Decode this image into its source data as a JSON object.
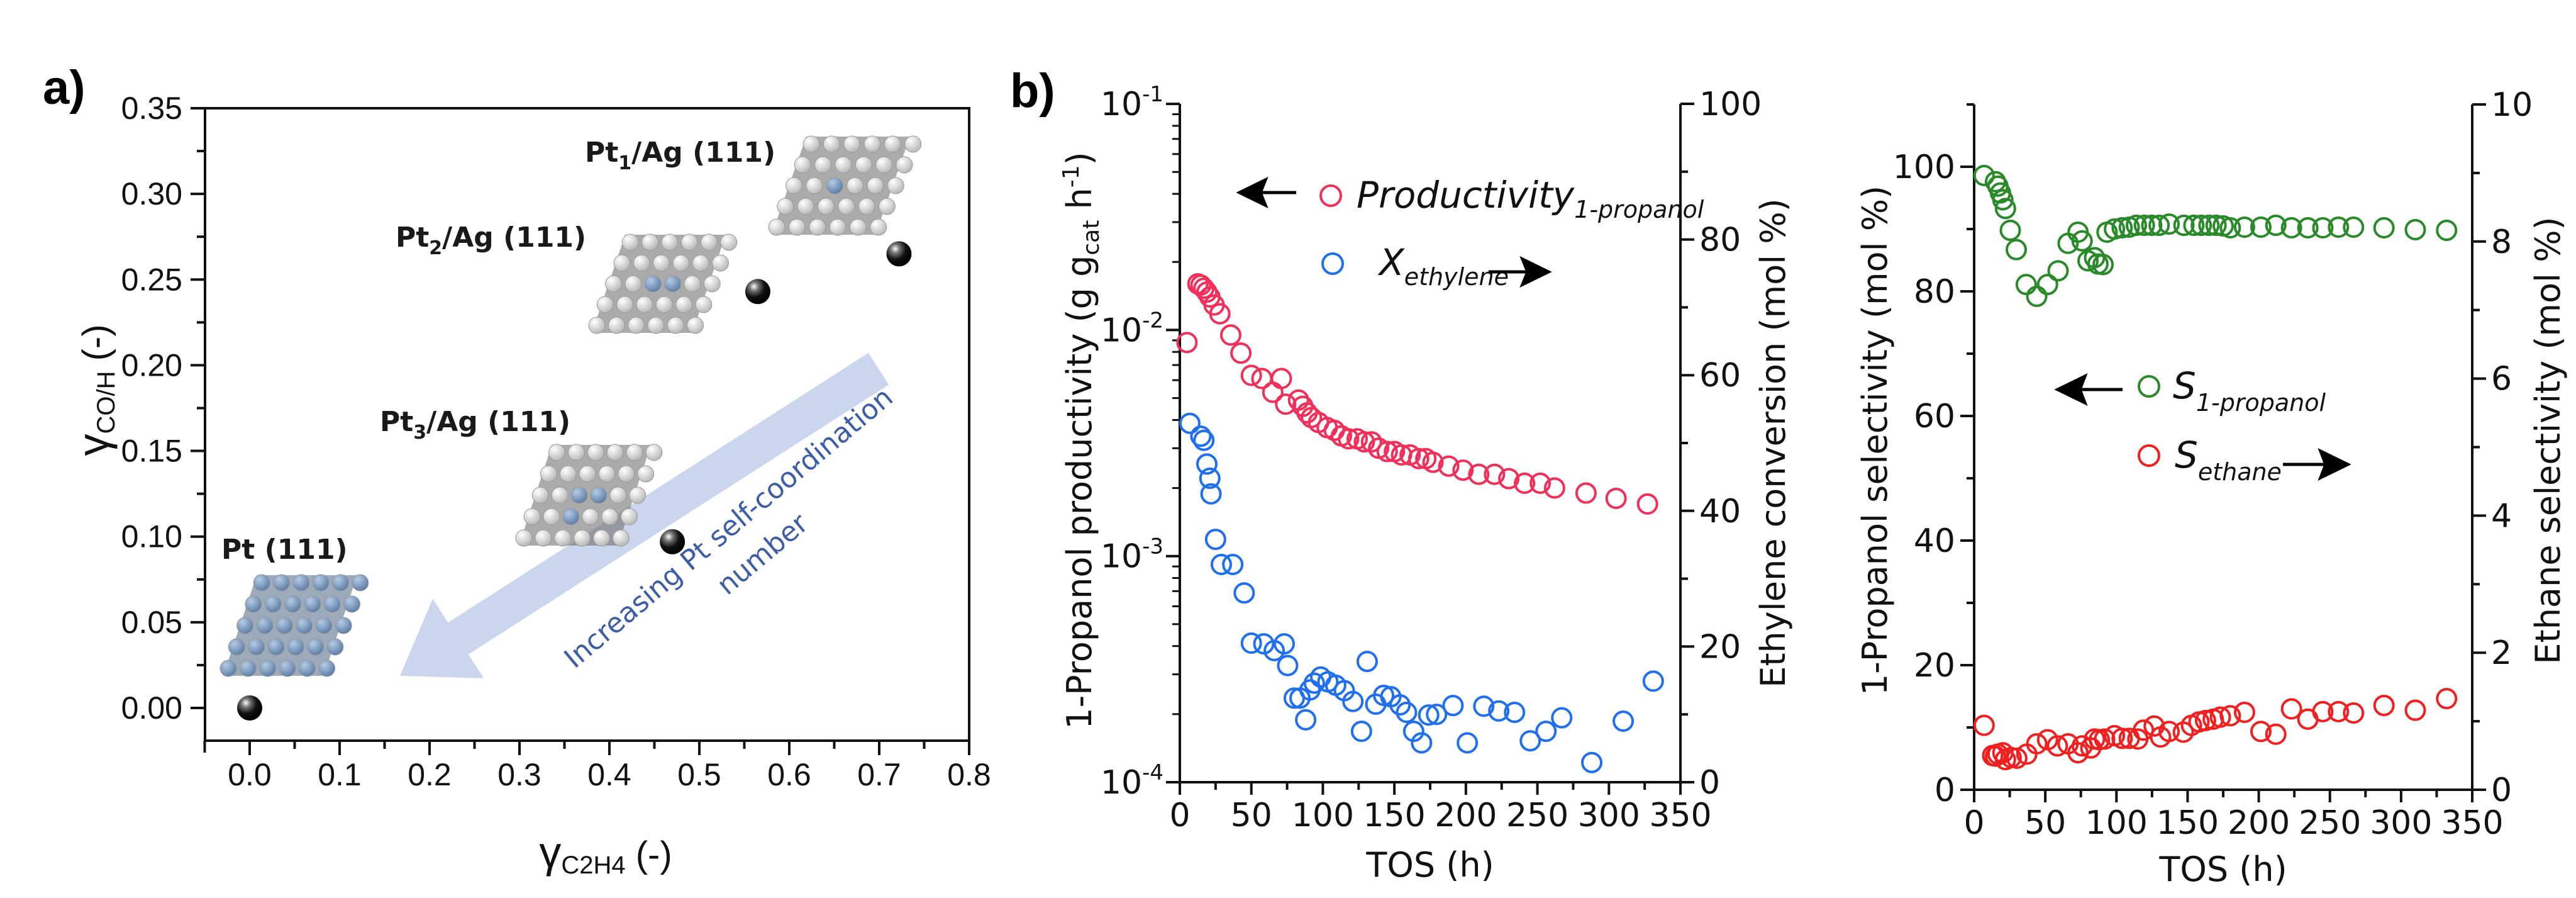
{
  "panel_labels": {
    "a": "a)",
    "b": "b)"
  },
  "colors": {
    "productivity": "#f0305a",
    "conversion": "#1f6fef",
    "s_propanol": "#2a8a2a",
    "s_ethane": "#f02020",
    "arrow": "#c9d6ee",
    "arrow_text": "#3d5da6",
    "pt_atom": "#7f9fc4",
    "ag_atom": "#e6e6e6"
  },
  "chart_data": [
    {
      "type": "scatter",
      "panel": "a",
      "xlabel": {
        "symbol": "γ",
        "sub": "C2H4",
        "suffix": " (-)"
      },
      "ylabel": {
        "symbol": "γ",
        "sub": "CO/H",
        "suffix": " (-)"
      },
      "xlim": [
        -0.05,
        0.8
      ],
      "ylim": [
        -0.02,
        0.35
      ],
      "xticks": [
        "0.0",
        "0.1",
        "0.2",
        "0.3",
        "0.4",
        "0.5",
        "0.6",
        "0.7",
        "0.8"
      ],
      "yticks": [
        "0.00",
        "0.05",
        "0.10",
        "0.15",
        "0.20",
        "0.25",
        "0.30",
        "0.35"
      ],
      "points": [
        {
          "name": "Pt (111)",
          "label": {
            "main": "Pt",
            "sub": "",
            "rest": " (111)"
          },
          "x": 0.0,
          "y": 0.0,
          "pt_atoms": "all"
        },
        {
          "name": "Pt3/Ag (111)",
          "label": {
            "main": "Pt",
            "sub": "3",
            "rest": "/Ag (111)"
          },
          "x": 0.47,
          "y": 0.097,
          "pt_atoms": 3
        },
        {
          "name": "Pt2/Ag (111)",
          "label": {
            "main": "Pt",
            "sub": "2",
            "rest": "/Ag (111)"
          },
          "x": 0.565,
          "y": 0.243,
          "pt_atoms": 2
        },
        {
          "name": "Pt1/Ag (111)",
          "label": {
            "main": "Pt",
            "sub": "1",
            "rest": "/Ag (111)"
          },
          "x": 0.722,
          "y": 0.265,
          "pt_atoms": 1
        }
      ],
      "annotation": {
        "line1": "Increasing Pt self-coordination",
        "line2": "number"
      }
    },
    {
      "type": "scatter",
      "panel": "b-left",
      "xlabel": "TOS (h)",
      "ylabel_left": {
        "main": "1-Propanol productivity (g g",
        "sub": "cat",
        "mid": " h",
        "sup": "-1",
        "end": ")"
      },
      "ylabel_right": "Ethylene conversion (mol %)",
      "xlim": [
        0,
        350
      ],
      "ylim_left": [
        0.0001,
        0.1
      ],
      "yscale_left": "log",
      "ylim_right": [
        0,
        100
      ],
      "xticks": [
        "0",
        "50",
        "100",
        "150",
        "200",
        "250",
        "300",
        "350"
      ],
      "yticks_left": [
        {
          "base": "10",
          "exp": "-4"
        },
        {
          "base": "10",
          "exp": "-3"
        },
        {
          "base": "10",
          "exp": "-2"
        },
        {
          "base": "10",
          "exp": "-1"
        }
      ],
      "yticks_right": [
        "0",
        "20",
        "40",
        "60",
        "80",
        "100"
      ],
      "legend": [
        {
          "name": "Productivity",
          "sub": "1-propanol",
          "axis": "left"
        },
        {
          "name": "X",
          "sub": "ethylene",
          "axis": "right"
        }
      ],
      "series": [
        {
          "name": "Productivity 1-propanol",
          "axis": "left",
          "x": [
            5,
            12.6,
            14.7,
            16.8,
            18.9,
            21,
            24,
            28,
            35.6,
            42.7,
            50,
            57.4,
            65,
            71,
            74,
            83,
            86,
            89,
            92,
            97,
            103,
            108,
            113,
            118,
            124,
            129,
            134,
            139,
            145,
            150,
            155,
            161,
            167,
            172,
            177,
            188,
            198,
            209,
            220,
            230,
            241,
            252,
            262,
            284,
            305,
            327
          ],
          "y": [
            0.0088,
            0.016,
            0.0158,
            0.0153,
            0.0147,
            0.014,
            0.0129,
            0.0118,
            0.0095,
            0.0079,
            0.0063,
            0.0061,
            0.0053,
            0.0061,
            0.0047,
            0.0049,
            0.0046,
            0.0043,
            0.0041,
            0.0039,
            0.0037,
            0.0036,
            0.0034,
            0.0033,
            0.0033,
            0.0032,
            0.0032,
            0.003,
            0.0029,
            0.0029,
            0.0028,
            0.0028,
            0.0027,
            0.0027,
            0.0026,
            0.0025,
            0.0024,
            0.0023,
            0.0023,
            0.0022,
            0.0021,
            0.0021,
            0.002,
            0.0019,
            0.0018,
            0.0017
          ]
        },
        {
          "name": "X ethylene",
          "axis": "right",
          "x": [
            7,
            14.7,
            16.8,
            18.9,
            21,
            21.8,
            25,
            29,
            37,
            45,
            50,
            58.7,
            66,
            73,
            75.4,
            80,
            84,
            88,
            91,
            94,
            98.5,
            103.5,
            109,
            115,
            121,
            127,
            131,
            137,
            142.5,
            147.5,
            154,
            158.5,
            163.5,
            169,
            174,
            179.5,
            191,
            201,
            212.5,
            223,
            234,
            245,
            256,
            267,
            288,
            310,
            331
          ],
          "y": [
            52.9,
            51.0,
            50.4,
            46.9,
            44.8,
            42.5,
            35.8,
            32.1,
            32.1,
            27.9,
            20.5,
            20.4,
            19.4,
            20.4,
            17.2,
            12.4,
            12.4,
            9.2,
            13.6,
            14.6,
            15.5,
            14.8,
            14.3,
            13.5,
            11.9,
            7.5,
            17.8,
            11.5,
            12.8,
            12.6,
            11.4,
            10.3,
            7.5,
            5.8,
            9.9,
            10.0,
            11.3,
            5.8,
            11.2,
            10.5,
            10.3,
            6.1,
            7.5,
            9.5,
            2.9,
            9.0,
            14.9
          ]
        }
      ]
    },
    {
      "type": "scatter",
      "panel": "b-right",
      "xlabel": "TOS (h)",
      "ylabel_left": "1-Propanol selectivity (mol %)",
      "ylabel_right": "Ethane selectivity (mol %)",
      "xlim": [
        0,
        350
      ],
      "ylim_left": [
        0,
        110
      ],
      "ylim_right": [
        0,
        10
      ],
      "xticks": [
        "0",
        "50",
        "100",
        "150",
        "200",
        "250",
        "300",
        "350"
      ],
      "yticks_left": [
        "0",
        "20",
        "40",
        "60",
        "80",
        "100"
      ],
      "yticks_right": [
        "0",
        "2",
        "4",
        "6",
        "8",
        "10"
      ],
      "legend": [
        {
          "name": "S",
          "sub": "1-propanol",
          "axis": "left"
        },
        {
          "name": "S",
          "sub": "ethane",
          "axis": "right"
        }
      ],
      "series": [
        {
          "name": "S 1-propanol",
          "axis": "left",
          "x": [
            7,
            15,
            16.7,
            18.5,
            20.2,
            22,
            25.4,
            29.6,
            36.6,
            44,
            51.6,
            59,
            66,
            73,
            75.9,
            80,
            84.6,
            87,
            90.6,
            93.4,
            98.6,
            104,
            109,
            114,
            119.6,
            124.8,
            130,
            137,
            147.4,
            154.4,
            159.6,
            165,
            170,
            175,
            180,
            190,
            201.5,
            212,
            223,
            234.5,
            245,
            256,
            266.6,
            288,
            310,
            332
          ],
          "y": [
            98.6,
            97.6,
            96.9,
            95.8,
            94.7,
            93.3,
            89.8,
            86.7,
            81.1,
            79.2,
            81.1,
            83.3,
            87.7,
            89.5,
            88.1,
            84.9,
            85.4,
            84.4,
            84.3,
            89.5,
            90.0,
            90.2,
            90.3,
            90.6,
            90.6,
            90.6,
            90.6,
            90.8,
            90.6,
            90.6,
            90.6,
            90.6,
            90.6,
            90.5,
            90.2,
            90.3,
            90.3,
            90.6,
            90.2,
            90.2,
            90.2,
            90.3,
            90.3,
            90.2,
            89.9,
            89.8
          ]
        },
        {
          "name": "S ethane",
          "axis": "right",
          "x": [
            7,
            13,
            15,
            16.7,
            20.2,
            22,
            26,
            30,
            37,
            44,
            51.6,
            58.5,
            66,
            73,
            76,
            82,
            84.6,
            88,
            91.7,
            98.6,
            104,
            109,
            115,
            119,
            126.5,
            131,
            137,
            147,
            152.7,
            158,
            162.6,
            168,
            173,
            180,
            190,
            201.5,
            212,
            223,
            234.5,
            245,
            256,
            266.6,
            288,
            310,
            332
          ],
          "y": [
            0.94,
            0.5,
            0.49,
            0.52,
            0.54,
            0.44,
            0.47,
            0.46,
            0.52,
            0.67,
            0.73,
            0.64,
            0.67,
            0.54,
            0.64,
            0.61,
            0.74,
            0.73,
            0.74,
            0.79,
            0.75,
            0.75,
            0.74,
            0.87,
            0.93,
            0.77,
            0.85,
            0.84,
            0.94,
            0.99,
            1.01,
            1.03,
            1.06,
            1.08,
            1.13,
            0.85,
            0.81,
            1.18,
            1.03,
            1.14,
            1.14,
            1.12,
            1.23,
            1.16,
            1.33
          ]
        }
      ]
    }
  ]
}
